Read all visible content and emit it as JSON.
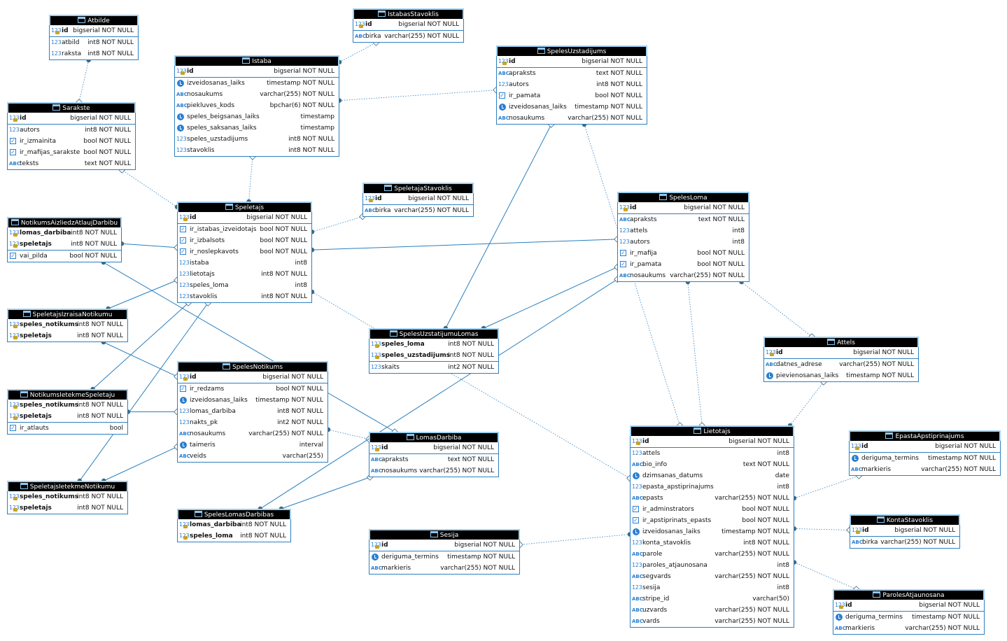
{
  "diagram": {
    "tables": [
      {
        "id": "Atbilde",
        "name": "Atbilde",
        "columns": [
          {
            "name": "id",
            "type": "bigserial NOT NULL",
            "kind": "num",
            "pk": true
          },
          {
            "name": "atbild",
            "type": "int8 NOT NULL",
            "kind": "num"
          },
          {
            "name": "raksta",
            "type": "int8 NOT NULL",
            "kind": "num"
          }
        ]
      },
      {
        "id": "IstabasStavoklis",
        "name": "IstabasStavoklis",
        "columns": [
          {
            "name": "id",
            "type": "bigserial NOT NULL",
            "kind": "num",
            "pk": true
          },
          {
            "name": "birka",
            "type": "varchar(255) NOT NULL",
            "kind": "text"
          }
        ]
      },
      {
        "id": "Istaba",
        "name": "Istaba",
        "columns": [
          {
            "name": "id",
            "type": "bigserial NOT NULL",
            "kind": "num",
            "pk": true
          },
          {
            "name": "izveidosanas_laiks",
            "type": "timestamp NOT NULL",
            "kind": "time"
          },
          {
            "name": "nosaukums",
            "type": "varchar(255) NOT NULL",
            "kind": "text"
          },
          {
            "name": "piekluves_kods",
            "type": "bpchar(6) NOT NULL",
            "kind": "text"
          },
          {
            "name": "speles_beigsanas_laiks",
            "type": "timestamp",
            "kind": "time"
          },
          {
            "name": "speles_saksanas_laiks",
            "type": "timestamp",
            "kind": "time"
          },
          {
            "name": "speles_uzstadijums",
            "type": "int8 NOT NULL",
            "kind": "num"
          },
          {
            "name": "stavoklis",
            "type": "int8 NOT NULL",
            "kind": "num"
          }
        ]
      },
      {
        "id": "SpelesUzstadijums",
        "name": "SpelesUzstadijums",
        "columns": [
          {
            "name": "id",
            "type": "bigserial NOT NULL",
            "kind": "num",
            "pk": true
          },
          {
            "name": "apraksts",
            "type": "text NOT NULL",
            "kind": "text"
          },
          {
            "name": "autors",
            "type": "int8 NOT NULL",
            "kind": "num"
          },
          {
            "name": "ir_pamata",
            "type": "bool NOT NULL",
            "kind": "bool"
          },
          {
            "name": "izveidosanas_laiks",
            "type": "timestamp NOT NULL",
            "kind": "time"
          },
          {
            "name": "nosaukums",
            "type": "varchar(255) NOT NULL",
            "kind": "text"
          }
        ]
      },
      {
        "id": "Sarakste",
        "name": "Sarakste",
        "columns": [
          {
            "name": "id",
            "type": "bigserial NOT NULL",
            "kind": "num",
            "pk": true
          },
          {
            "name": "autors",
            "type": "int8 NOT NULL",
            "kind": "num"
          },
          {
            "name": "ir_izmainita",
            "type": "bool NOT NULL",
            "kind": "bool"
          },
          {
            "name": "ir_mafijas_sarakste",
            "type": "bool NOT NULL",
            "kind": "bool"
          },
          {
            "name": "teksts",
            "type": "text NOT NULL",
            "kind": "text"
          }
        ]
      },
      {
        "id": "SpeletajaStavoklis",
        "name": "SpeletajaStavoklis",
        "columns": [
          {
            "name": "id",
            "type": "bigserial NOT NULL",
            "kind": "num",
            "pk": true
          },
          {
            "name": "birka",
            "type": "varchar(255) NOT NULL",
            "kind": "text"
          }
        ]
      },
      {
        "id": "SpelesLoma",
        "name": "SpelesLoma",
        "columns": [
          {
            "name": "id",
            "type": "bigserial NOT NULL",
            "kind": "num",
            "pk": true
          },
          {
            "name": "apraksts",
            "type": "text NOT NULL",
            "kind": "text"
          },
          {
            "name": "attels",
            "type": "int8",
            "kind": "num"
          },
          {
            "name": "autors",
            "type": "int8",
            "kind": "num"
          },
          {
            "name": "ir_mafija",
            "type": "bool NOT NULL",
            "kind": "bool"
          },
          {
            "name": "ir_pamata",
            "type": "bool NOT NULL",
            "kind": "bool"
          },
          {
            "name": "nosaukums",
            "type": "varchar(255) NOT NULL",
            "kind": "text"
          }
        ]
      },
      {
        "id": "Speletajs",
        "name": "Speletajs",
        "columns": [
          {
            "name": "id",
            "type": "bigserial NOT NULL",
            "kind": "num",
            "pk": true
          },
          {
            "name": "ir_istabas_izveidotajs",
            "type": "bool NOT NULL",
            "kind": "bool"
          },
          {
            "name": "ir_izbalsots",
            "type": "bool NOT NULL",
            "kind": "bool"
          },
          {
            "name": "ir_noslepkavots",
            "type": "bool NOT NULL",
            "kind": "bool"
          },
          {
            "name": "istaba",
            "type": "int8",
            "kind": "num"
          },
          {
            "name": "lietotajs",
            "type": "int8 NOT NULL",
            "kind": "num"
          },
          {
            "name": "speles_loma",
            "type": "int8",
            "kind": "num"
          },
          {
            "name": "stavoklis",
            "type": "int8 NOT NULL",
            "kind": "num"
          }
        ]
      },
      {
        "id": "NotikumsAizliedzAtlaujDarbibu",
        "name": "NotikumsAizliedzAtlaujDarbibu",
        "columns": [
          {
            "name": "lomas_darbiba",
            "type": "int8 NOT NULL",
            "kind": "num",
            "pk": true
          },
          {
            "name": "speletajs",
            "type": "int8 NOT NULL",
            "kind": "num",
            "pk": true
          },
          {
            "name": "vai_pilda",
            "type": "bool NOT NULL",
            "kind": "bool"
          }
        ]
      },
      {
        "id": "SpeletajsIzraisaNotikumu",
        "name": "SpeletajsIzraisaNotikumu",
        "columns": [
          {
            "name": "speles_notikums",
            "type": "int8 NOT NULL",
            "kind": "num",
            "pk": true
          },
          {
            "name": "speletajs",
            "type": "int8 NOT NULL",
            "kind": "num",
            "pk": true
          }
        ]
      },
      {
        "id": "SpelesUzstatijumuLomas",
        "name": "SpelesUzstatijumuLomas",
        "columns": [
          {
            "name": "speles_loma",
            "type": "int8 NOT NULL",
            "kind": "num",
            "pk": true
          },
          {
            "name": "speles_uzstadijums",
            "type": "int8 NOT NULL",
            "kind": "num",
            "pk": true
          },
          {
            "name": "skaits",
            "type": "int2 NOT NULL",
            "kind": "num"
          }
        ]
      },
      {
        "id": "Attels",
        "name": "Attels",
        "columns": [
          {
            "name": "id",
            "type": "bigserial NOT NULL",
            "kind": "num",
            "pk": true
          },
          {
            "name": "datnes_adrese",
            "type": "varchar(255) NOT NULL",
            "kind": "text"
          },
          {
            "name": "pievienosanas_laiks",
            "type": "timestamp NOT NULL",
            "kind": "time"
          }
        ]
      },
      {
        "id": "SpelesNotikums",
        "name": "SpelesNotikums",
        "columns": [
          {
            "name": "id",
            "type": "bigserial NOT NULL",
            "kind": "num",
            "pk": true
          },
          {
            "name": "ir_redzams",
            "type": "bool NOT NULL",
            "kind": "bool"
          },
          {
            "name": "izveidosanas_laiks",
            "type": "timestamp NOT NULL",
            "kind": "time"
          },
          {
            "name": "lomas_darbiba",
            "type": "int8 NOT NULL",
            "kind": "num"
          },
          {
            "name": "nakts_pk",
            "type": "int2 NOT NULL",
            "kind": "num"
          },
          {
            "name": "nosaukums",
            "type": "varchar(255) NOT NULL",
            "kind": "text"
          },
          {
            "name": "taimeris",
            "type": "interval",
            "kind": "time"
          },
          {
            "name": "veids",
            "type": "varchar(255)",
            "kind": "text"
          }
        ]
      },
      {
        "id": "NotikumsIetekmeSpeletaju",
        "name": "NotikumsIetekmeSpeletaju",
        "columns": [
          {
            "name": "speles_notikums",
            "type": "int8 NOT NULL",
            "kind": "num",
            "pk": true
          },
          {
            "name": "speletajs",
            "type": "int8 NOT NULL",
            "kind": "num",
            "pk": true
          },
          {
            "name": "ir_atlauts",
            "type": "bool",
            "kind": "bool"
          }
        ]
      },
      {
        "id": "LomasDarbiba",
        "name": "LomasDarbiba",
        "columns": [
          {
            "name": "id",
            "type": "bigserial NOT NULL",
            "kind": "num",
            "pk": true
          },
          {
            "name": "apraksts",
            "type": "text NOT NULL",
            "kind": "text"
          },
          {
            "name": "nosaukums",
            "type": "varchar(255) NOT NULL",
            "kind": "text"
          }
        ]
      },
      {
        "id": "Lietotajs",
        "name": "Lietotajs",
        "columns": [
          {
            "name": "id",
            "type": "bigserial NOT NULL",
            "kind": "num",
            "pk": true
          },
          {
            "name": "attels",
            "type": "int8",
            "kind": "num"
          },
          {
            "name": "bio_info",
            "type": "text NOT NULL",
            "kind": "text"
          },
          {
            "name": "dzimsanas_datums",
            "type": "date",
            "kind": "time"
          },
          {
            "name": "epasta_apstiprinajums",
            "type": "int8",
            "kind": "num"
          },
          {
            "name": "epasts",
            "type": "varchar(255) NOT NULL",
            "kind": "text"
          },
          {
            "name": "ir_adminstrators",
            "type": "bool NOT NULL",
            "kind": "bool"
          },
          {
            "name": "ir_apstiprinats_epasts",
            "type": "bool NOT NULL",
            "kind": "bool"
          },
          {
            "name": "izveidosanas_laiks",
            "type": "timestamp NOT NULL",
            "kind": "time"
          },
          {
            "name": "konta_stavoklis",
            "type": "int8 NOT NULL",
            "kind": "num"
          },
          {
            "name": "parole",
            "type": "varchar(255) NOT NULL",
            "kind": "text"
          },
          {
            "name": "paroles_atjaunosana",
            "type": "int8",
            "kind": "num"
          },
          {
            "name": "segvards",
            "type": "varchar(255) NOT NULL",
            "kind": "text"
          },
          {
            "name": "sesija",
            "type": "int8",
            "kind": "num"
          },
          {
            "name": "stripe_id",
            "type": "varchar(50)",
            "kind": "text"
          },
          {
            "name": "uzvards",
            "type": "varchar(255) NOT NULL",
            "kind": "text"
          },
          {
            "name": "vards",
            "type": "varchar(255) NOT NULL",
            "kind": "text"
          }
        ]
      },
      {
        "id": "EpastaApstiprinajums",
        "name": "EpastaApstiprinajums",
        "columns": [
          {
            "name": "id",
            "type": "bigserial NOT NULL",
            "kind": "num",
            "pk": true
          },
          {
            "name": "deriguma_termins",
            "type": "timestamp NOT NULL",
            "kind": "time"
          },
          {
            "name": "markieris",
            "type": "varchar(255) NOT NULL",
            "kind": "text"
          }
        ]
      },
      {
        "id": "SpeletajsIetekmeNotikumu",
        "name": "SpeletajsIetekmeNotikumu",
        "columns": [
          {
            "name": "speles_notikums",
            "type": "int8 NOT NULL",
            "kind": "num",
            "pk": true
          },
          {
            "name": "speletajs",
            "type": "int8 NOT NULL",
            "kind": "num",
            "pk": true
          }
        ]
      },
      {
        "id": "SpelesLomasDarbibas",
        "name": "SpelesLomasDarbibas",
        "columns": [
          {
            "name": "lomas_darbiba",
            "type": "int8 NOT NULL",
            "kind": "num",
            "pk": true
          },
          {
            "name": "speles_loma",
            "type": "int8 NOT NULL",
            "kind": "num",
            "pk": true
          }
        ]
      },
      {
        "id": "Sesija",
        "name": "Sesija",
        "columns": [
          {
            "name": "id",
            "type": "bigserial NOT NULL",
            "kind": "num",
            "pk": true
          },
          {
            "name": "deriguma_termins",
            "type": "timestamp NOT NULL",
            "kind": "time"
          },
          {
            "name": "markieris",
            "type": "varchar(255) NOT NULL",
            "kind": "text"
          }
        ]
      },
      {
        "id": "KontaStavoklis",
        "name": "KontaStavoklis",
        "columns": [
          {
            "name": "id",
            "type": "bigserial NOT NULL",
            "kind": "num",
            "pk": true
          },
          {
            "name": "birka",
            "type": "varchar(255) NOT NULL",
            "kind": "text"
          }
        ]
      },
      {
        "id": "ParolesAtjaunosana",
        "name": "ParolesAtjaunosana",
        "columns": [
          {
            "name": "id",
            "type": "bigserial NOT NULL",
            "kind": "num",
            "pk": true
          },
          {
            "name": "deriguma_termins",
            "type": "timestamp NOT NULL",
            "kind": "time"
          },
          {
            "name": "markieris",
            "type": "varchar(255) NOT NULL",
            "kind": "text"
          }
        ]
      }
    ],
    "relations": [
      {
        "from": "Atbilde",
        "to": "Sarakste",
        "style": "dotted"
      },
      {
        "from": "Istaba",
        "to": "IstabasStavoklis",
        "style": "dotted"
      },
      {
        "from": "Istaba",
        "to": "SpelesUzstadijums",
        "style": "dotted"
      },
      {
        "from": "Speletajs",
        "to": "Istaba",
        "style": "dotted"
      },
      {
        "from": "Speletajs",
        "to": "Sarakste",
        "style": "dotted"
      },
      {
        "from": "Speletajs",
        "to": "SpeletajaStavoklis",
        "style": "dotted"
      },
      {
        "from": "Speletajs",
        "to": "SpelesLoma",
        "style": "solid"
      },
      {
        "from": "Speletajs",
        "to": "Lietotajs",
        "style": "dotted"
      },
      {
        "from": "NotikumsAizliedzAtlaujDarbibu",
        "to": "Speletajs",
        "style": "solid"
      },
      {
        "from": "NotikumsAizliedzAtlaujDarbibu",
        "to": "LomasDarbiba",
        "style": "solid"
      },
      {
        "from": "SpeletajsIzraisaNotikumu",
        "to": "Speletajs",
        "style": "solid"
      },
      {
        "from": "SpeletajsIzraisaNotikumu",
        "to": "SpelesNotikums",
        "style": "solid"
      },
      {
        "from": "NotikumsIetekmeSpeletaju",
        "to": "Speletajs",
        "style": "solid"
      },
      {
        "from": "NotikumsIetekmeSpeletaju",
        "to": "SpelesNotikums",
        "style": "solid"
      },
      {
        "from": "SpeletajsIetekmeNotikumu",
        "to": "Speletajs",
        "style": "solid"
      },
      {
        "from": "SpeletajsIetekmeNotikumu",
        "to": "SpelesNotikums",
        "style": "solid"
      },
      {
        "from": "SpelesNotikums",
        "to": "LomasDarbiba",
        "style": "dotted"
      },
      {
        "from": "SpelesUzstatijumuLomas",
        "to": "SpelesUzstadijums",
        "style": "solid"
      },
      {
        "from": "SpelesUzstatijumuLomas",
        "to": "SpelesLoma",
        "style": "solid"
      },
      {
        "from": "SpelesLomasDarbibas",
        "to": "LomasDarbiba",
        "style": "solid"
      },
      {
        "from": "SpelesLomasDarbibas",
        "to": "SpelesLoma",
        "style": "solid"
      },
      {
        "from": "SpelesLoma",
        "to": "Attels",
        "style": "dotted"
      },
      {
        "from": "SpelesLoma",
        "to": "Lietotajs",
        "style": "dotted"
      },
      {
        "from": "SpelesUzstadijums",
        "to": "Lietotajs",
        "style": "dotted"
      },
      {
        "from": "Lietotajs",
        "to": "Attels",
        "style": "dotted"
      },
      {
        "from": "Lietotajs",
        "to": "EpastaApstiprinajums",
        "style": "dotted"
      },
      {
        "from": "Lietotajs",
        "to": "KontaStavoklis",
        "style": "dotted"
      },
      {
        "from": "Lietotajs",
        "to": "ParolesAtjaunosana",
        "style": "dotted"
      },
      {
        "from": "Lietotajs",
        "to": "Sesija",
        "style": "dotted"
      }
    ]
  }
}
